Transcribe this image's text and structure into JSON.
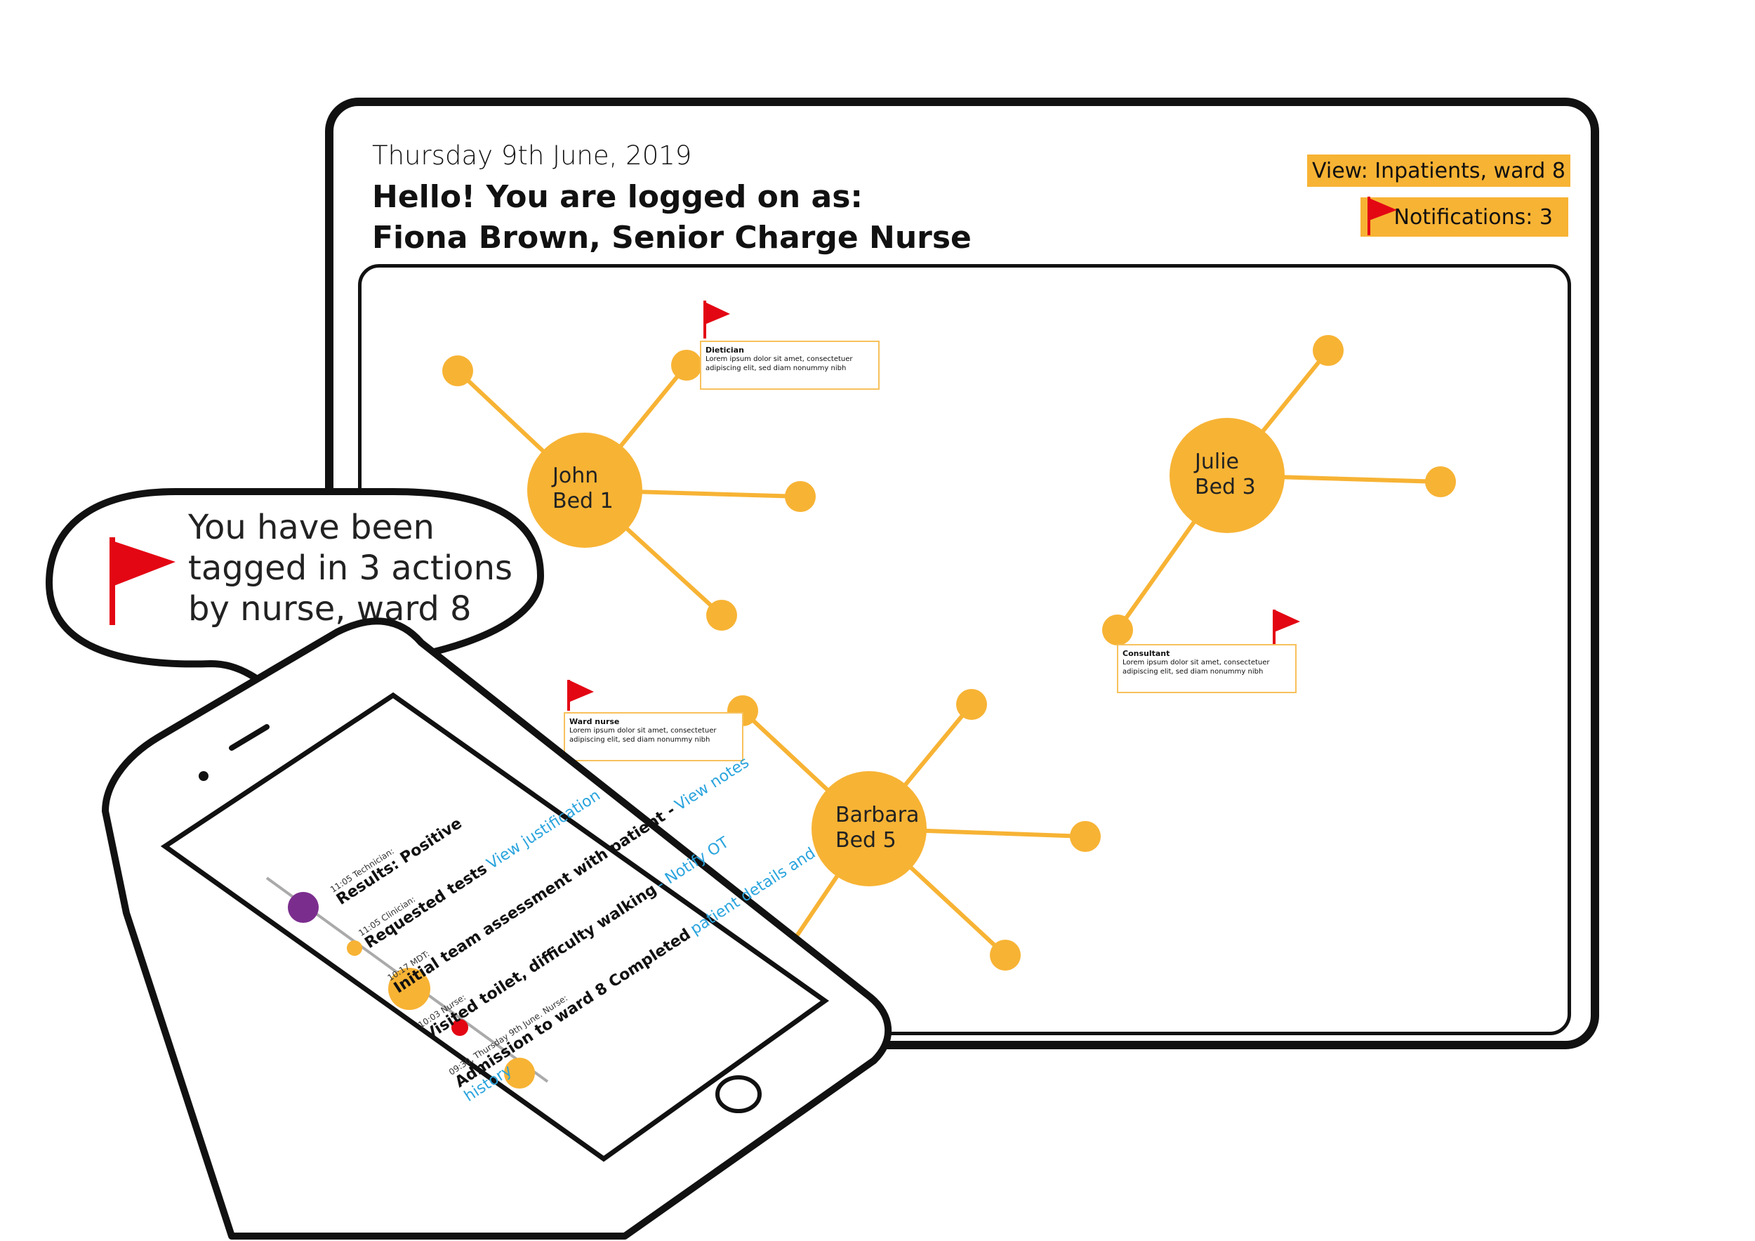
{
  "header": {
    "date": "Thursday 9th June, 2019",
    "greeting_line1": "Hello! You are logged on as:",
    "greeting_line2": "Fiona Brown, Senior Charge Nurse",
    "view_label": "View: Inpatients, ward 8",
    "notifications_label": "Notifications: 3"
  },
  "patients": [
    {
      "name": "John",
      "bed": "Bed 1"
    },
    {
      "name": "Julie",
      "bed": "Bed 3"
    },
    {
      "name": "Barbara",
      "bed": "Bed 5"
    }
  ],
  "notes": [
    {
      "role": "Dietician",
      "text": "Lorem ipsum dolor sit amet, consectetuer adipiscing elit, sed diam nonummy nibh"
    },
    {
      "role": "Consultant",
      "text": "Lorem ipsum dolor sit amet, consectetuer adipiscing elit, sed diam nonummy nibh"
    },
    {
      "role": "Ward nurse",
      "text": "Lorem ipsum dolor sit amet, consectetuer adipiscing elit, sed diam nonummy nibh"
    }
  ],
  "bubble": {
    "text_line1": "You have been",
    "text_line2": "tagged in 3 actions",
    "text_line3": "by nurse, ward 8"
  },
  "timeline": [
    {
      "time": "11:05 Technician:",
      "title": "Results: Positive",
      "link": ""
    },
    {
      "time": "11:05 Clinician:",
      "title": "Requested tests",
      "link": "View justification"
    },
    {
      "time": "10:17 MDT:",
      "title": "Initial team assessment with patient -",
      "link": "View notes"
    },
    {
      "time": "10:03 Nurse:",
      "title": "Visited toilet, difficulty walking",
      "link": "- Notify OT"
    },
    {
      "time": "09:30, Thursday 9th June. Nurse:",
      "title": "Admission to ward 8 Completed",
      "link": "patient details and history"
    }
  ],
  "colors": {
    "accent": "#f7b334",
    "flag": "#e30613",
    "link": "#2aa4dd",
    "timeline_purple": "#7b2d8e"
  }
}
